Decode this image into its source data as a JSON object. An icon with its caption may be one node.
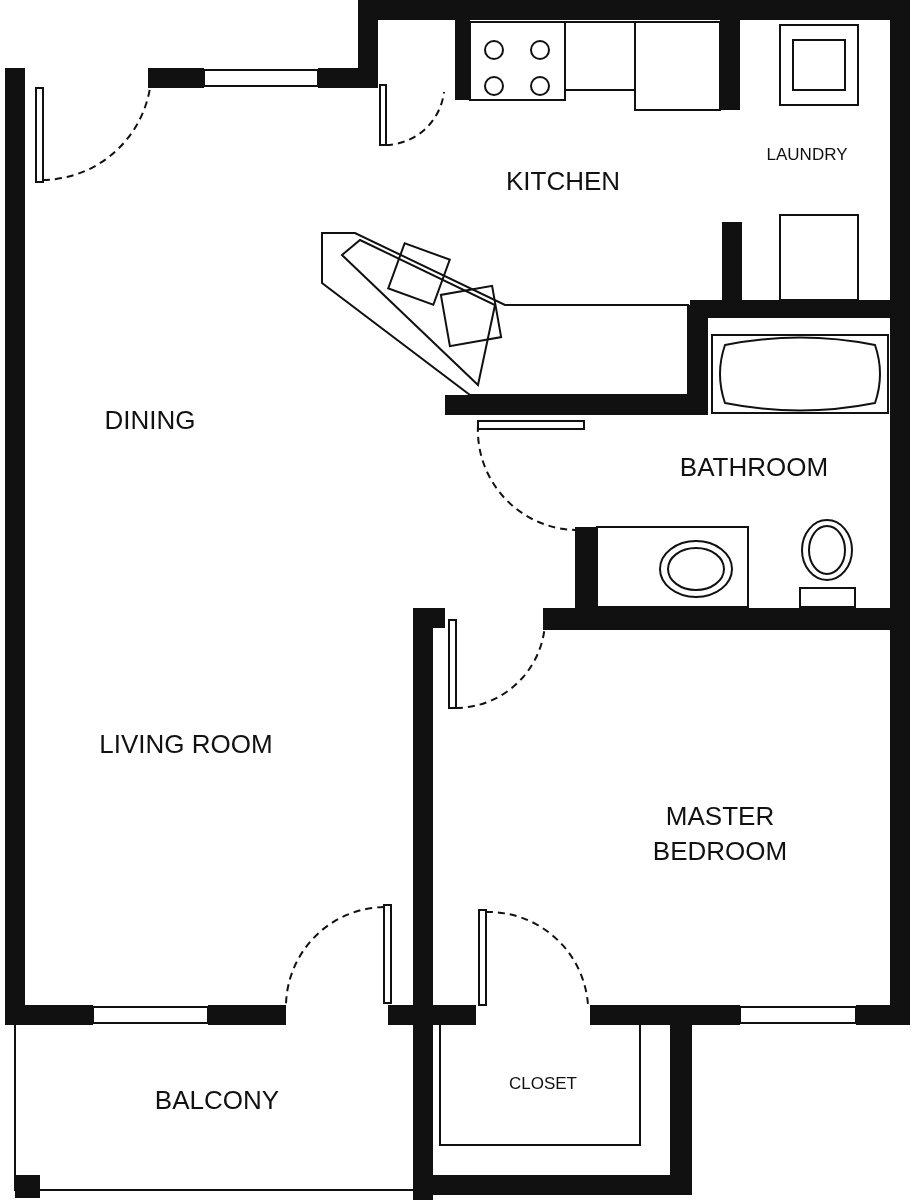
{
  "diagram": {
    "labels": [
      "KITCHEN",
      "LAUNDRY",
      "DINING",
      "BATHROOM",
      "LIVING ROOM",
      "MASTER BEDROOM",
      "BALCONY",
      "CLOSET"
    ]
  }
}
